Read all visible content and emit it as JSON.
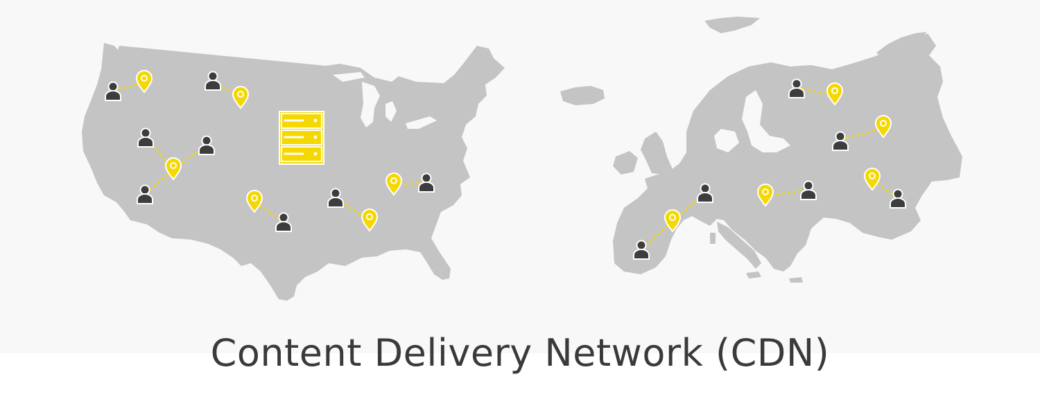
{
  "caption": "Content Delivery Network (CDN)",
  "colors": {
    "map": "#c4c4c4",
    "user": "#3d3d3d",
    "pin": "#f4d800",
    "link": "#f4d800",
    "server": "#f4d800",
    "text": "#3a3a3a",
    "background": "#f8f8f8"
  },
  "icons": {
    "user": "user-icon",
    "pin": "location-pin-icon",
    "server": "server-rack-icon"
  },
  "regions": [
    {
      "id": "usa",
      "name_icon": "usa-map"
    },
    {
      "id": "europe",
      "name_icon": "europe-map"
    }
  ]
}
